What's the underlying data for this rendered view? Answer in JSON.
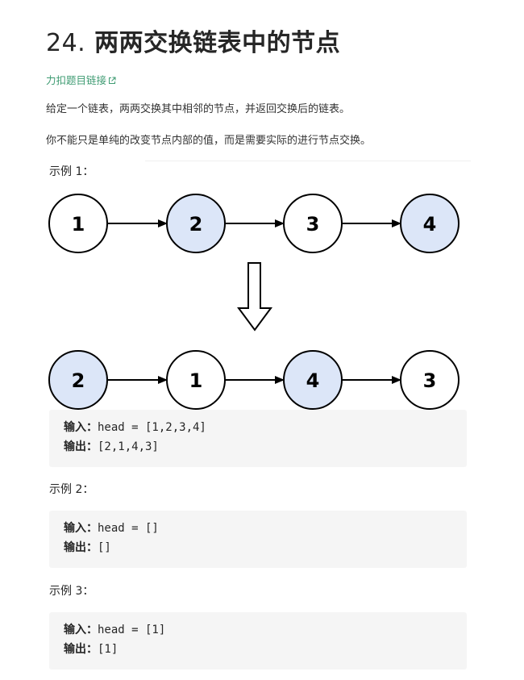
{
  "problem": {
    "title_number": "24.",
    "title_text": "两两交换链表中的节点",
    "link_text": "力扣题目链接",
    "description": "给定一个链表，两两交换其中相邻的节点，并返回交换后的链表。",
    "note": "你不能只是单纯的改变节点内部的值，而是需要实际的进行节点交换。"
  },
  "colors": {
    "link": "#3e9b72",
    "highlight_node_fill": "#dce6f8",
    "plain_node_fill": "#ffffff",
    "code_bg": "#f5f5f5"
  },
  "examples": [
    {
      "label": "示例 1：",
      "input_label": "输入：",
      "input_value": "head = [1,2,3,4]",
      "output_label": "输出：",
      "output_value": "[2,1,4,3]"
    },
    {
      "label": "示例 2：",
      "input_label": "输入：",
      "input_value": "head = []",
      "output_label": "输出：",
      "output_value": "[]"
    },
    {
      "label": "示例 3：",
      "input_label": "输入：",
      "input_value": "head = [1]",
      "output_label": "输出：",
      "output_value": "[1]"
    }
  ],
  "diagram": {
    "before": [
      {
        "value": "1",
        "highlight": false
      },
      {
        "value": "2",
        "highlight": true
      },
      {
        "value": "3",
        "highlight": false
      },
      {
        "value": "4",
        "highlight": true
      }
    ],
    "after": [
      {
        "value": "2",
        "highlight": true
      },
      {
        "value": "1",
        "highlight": false
      },
      {
        "value": "4",
        "highlight": true
      },
      {
        "value": "3",
        "highlight": false
      }
    ]
  }
}
